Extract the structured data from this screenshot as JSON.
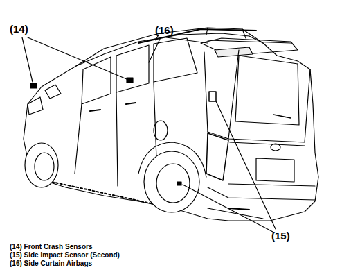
{
  "diagram": {
    "labels": [
      "(14)",
      "(16)",
      "(15)",
      "(14) Front Crash Sensors",
      "(15) Side Impact Sensor (Second)",
      "(16) Side Curtain Airbags"
    ]
  }
}
